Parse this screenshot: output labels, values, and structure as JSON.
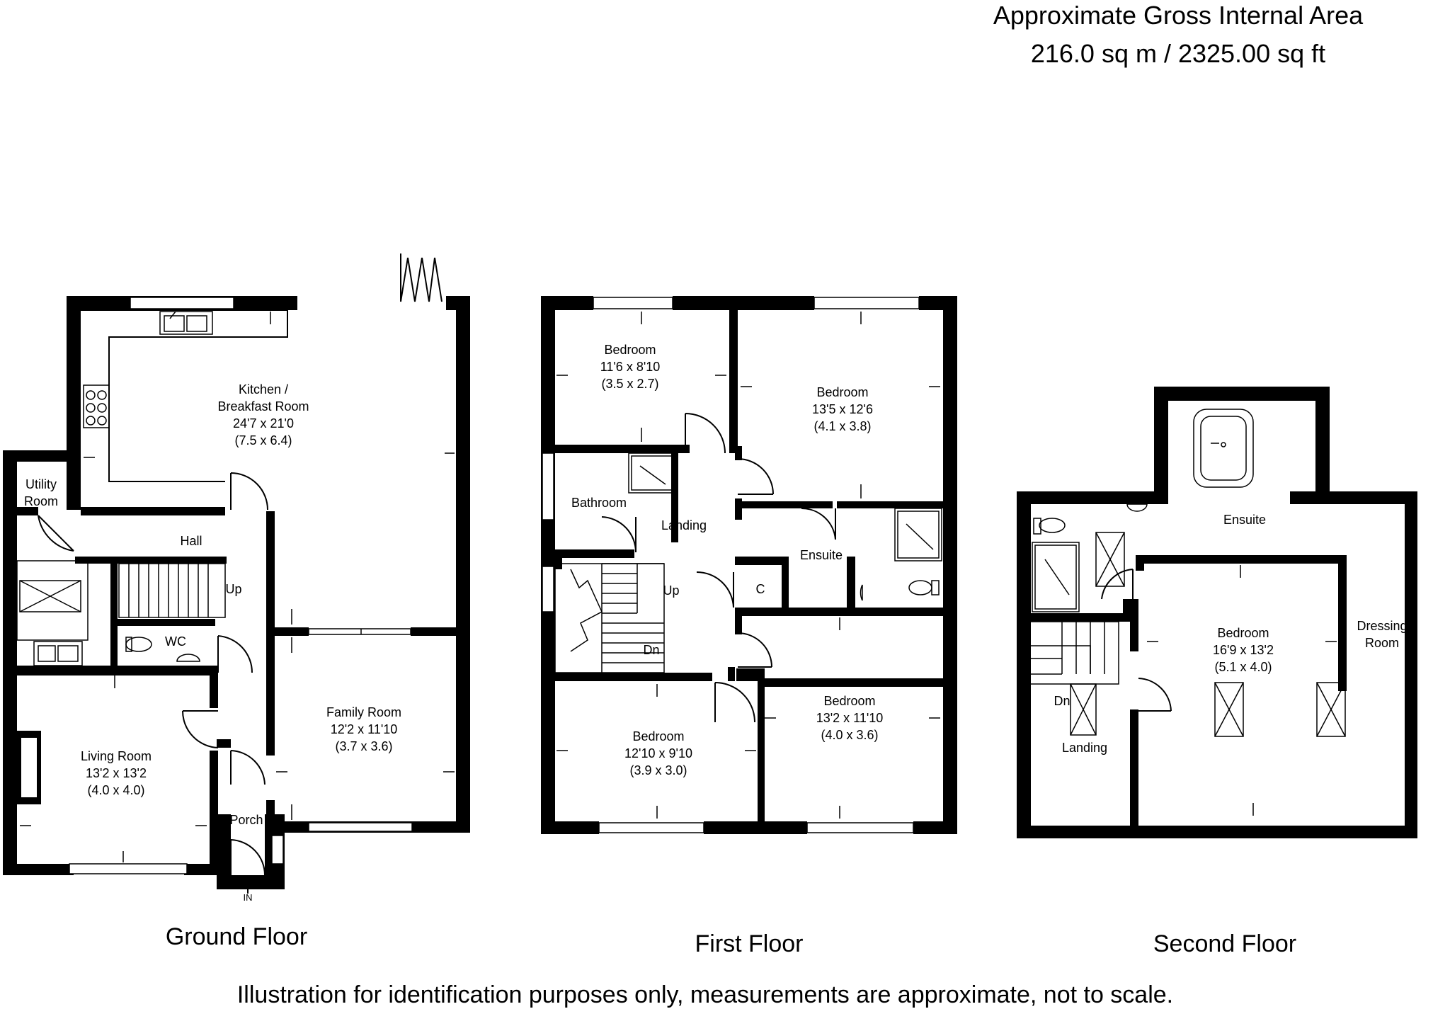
{
  "header": {
    "area_title": "Approximate Gross Internal Area",
    "area_value": "216.0 sq m / 2325.00 sq ft"
  },
  "footer": {
    "disclaimer": "Illustration for identification purposes only, measurements are approximate, not to scale."
  },
  "floors": {
    "ground": {
      "title": "Ground Floor",
      "entrance": "IN",
      "stairs": "Up",
      "rooms": {
        "kitchen": {
          "name_1": "Kitchen /",
          "name_2": "Breakfast Room",
          "imperial": "24'7 x 21'0",
          "metric": "(7.5 x 6.4)"
        },
        "utility": {
          "name_1": "Utility",
          "name_2": "Room"
        },
        "hall": {
          "name": "Hall"
        },
        "wc": {
          "name": "WC"
        },
        "living": {
          "name": "Living Room",
          "imperial": "13'2 x 13'2",
          "metric": "(4.0 x 4.0)"
        },
        "family": {
          "name": "Family Room",
          "imperial": "12'2 x 11'10",
          "metric": "(3.7 x 3.6)"
        },
        "porch": {
          "name": "Porch"
        }
      }
    },
    "first": {
      "title": "First Floor",
      "stairs_up": "Up",
      "stairs_down": "Dn",
      "rooms": {
        "bedroom_nw": {
          "name": "Bedroom",
          "imperial": "11'6 x 8'10",
          "metric": "(3.5 x 2.7)"
        },
        "bedroom_ne": {
          "name": "Bedroom",
          "imperial": "13'5 x 12'6",
          "metric": "(4.1 x 3.8)"
        },
        "bathroom": {
          "name": "Bathroom"
        },
        "landing": {
          "name": "Landing"
        },
        "ensuite": {
          "name": "Ensuite"
        },
        "cupboard": {
          "name": "C"
        },
        "bedroom_sw": {
          "name": "Bedroom",
          "imperial": "12'10 x 9'10",
          "metric": "(3.9 x 3.0)"
        },
        "bedroom_se": {
          "name": "Bedroom",
          "imperial": "13'2 x 11'10",
          "metric": "(4.0 x 3.6)"
        }
      }
    },
    "second": {
      "title": "Second Floor",
      "stairs_down": "Dn",
      "rooms": {
        "ensuite": {
          "name": "Ensuite"
        },
        "bedroom": {
          "name": "Bedroom",
          "imperial": "16'9 x 13'2",
          "metric": "(5.1 x 4.0)"
        },
        "dressing": {
          "name_1": "Dressing",
          "name_2": "Room"
        },
        "landing": {
          "name": "Landing"
        }
      }
    }
  },
  "colors": {
    "wall": "#000000",
    "background": "#ffffff"
  }
}
